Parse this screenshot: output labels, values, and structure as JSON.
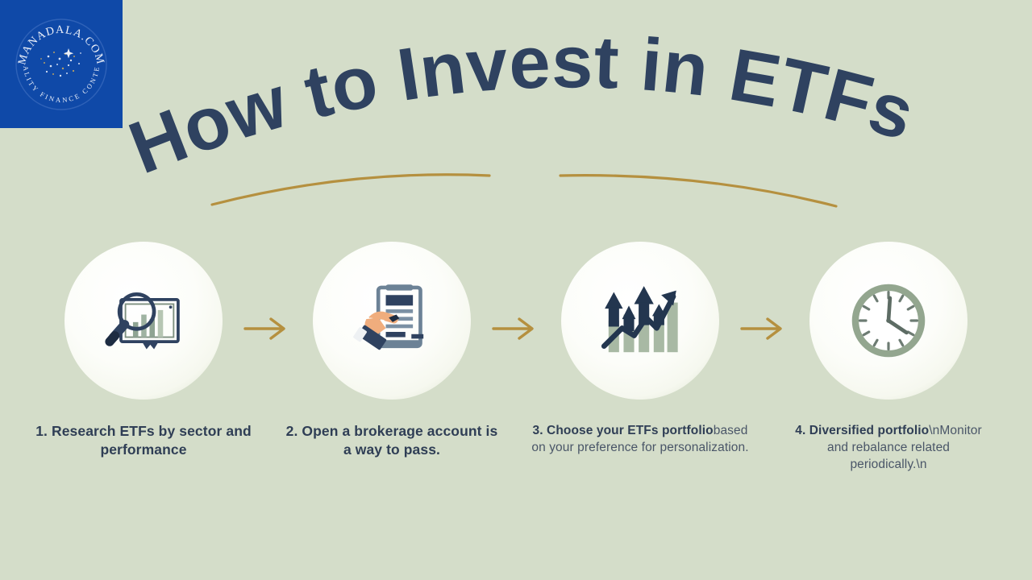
{
  "page": {
    "background_color": "#d4ddc9",
    "title_color": "#2f4260",
    "accent_gold": "#b5903f",
    "logo_blue": "#0f49a8",
    "circle_color": "#fbfcf8"
  },
  "logo": {
    "brand_name": "MANADALA.COM",
    "tagline": "QUALITY FINANCE CONTENT"
  },
  "header": {
    "title": "How to Invest in ETFs"
  },
  "steps": [
    {
      "icon_name": "magnifying-glass-chart-icon",
      "caption_bold": "1. Research ETFs by sector and performance",
      "caption_regular": ""
    },
    {
      "icon_name": "hand-signing-document-icon",
      "caption_bold": "2. Open a brokerage account is a way to pass.",
      "caption_regular": ""
    },
    {
      "icon_name": "growth-bar-chart-arrow-icon",
      "caption_bold": "3. Choose your ETFs portfolio",
      "caption_regular": "based on your preference for personalization."
    },
    {
      "icon_name": "analog-clock-icon",
      "caption_bold": "4. Diversified portfolio",
      "caption_regular": "\\nMonitor and rebalance related periodically.\\n"
    }
  ],
  "connectors": {
    "arrow_label": "next-step-arrow"
  }
}
